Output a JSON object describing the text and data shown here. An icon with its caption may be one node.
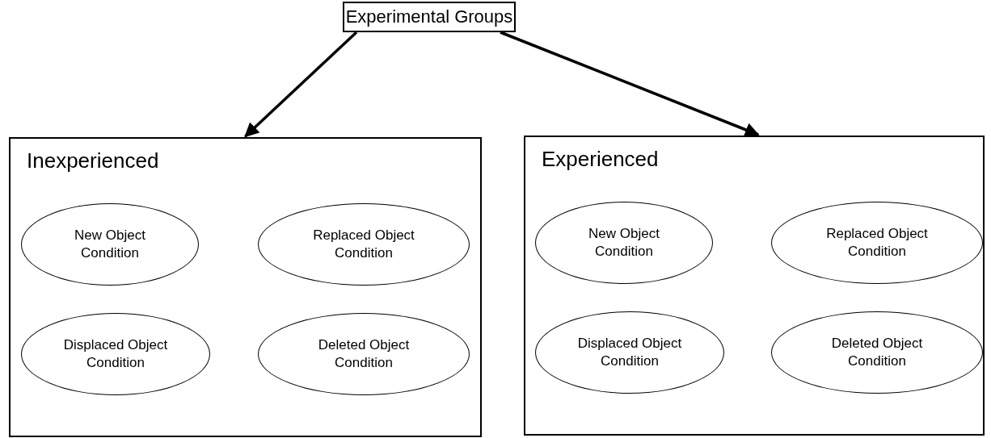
{
  "diagram": {
    "nodes": [
      {
        "text": [
          "Experimental Groups"
        ]
      },
      {
        "text": [
          "Inexperienced"
        ]
      },
      {
        "text": [
          "New Object Condition"
        ],
        "in": 1
      },
      {
        "text": [
          "Replaced Object Condition"
        ],
        "in": 1
      },
      {
        "text": [
          "Displaced Object Condition"
        ],
        "in": 1
      },
      {
        "text": [
          "Deleted Object Condition"
        ],
        "in": 1
      },
      {
        "text": [
          "Experienced"
        ]
      },
      {
        "text": [
          "New Object Condition"
        ],
        "in": 6
      },
      {
        "text": [
          "Replaced Object Condition"
        ],
        "in": 6
      },
      {
        "text": [
          "Displaced Object Condition"
        ],
        "in": 6
      },
      {
        "text": [
          "Deleted Object Condition"
        ],
        "in": 6
      }
    ],
    "edges": [
      {
        "from": 0,
        "to": 1,
        "arrow": "to"
      },
      {
        "from": 0,
        "to": 6,
        "arrow": "to"
      }
    ]
  }
}
